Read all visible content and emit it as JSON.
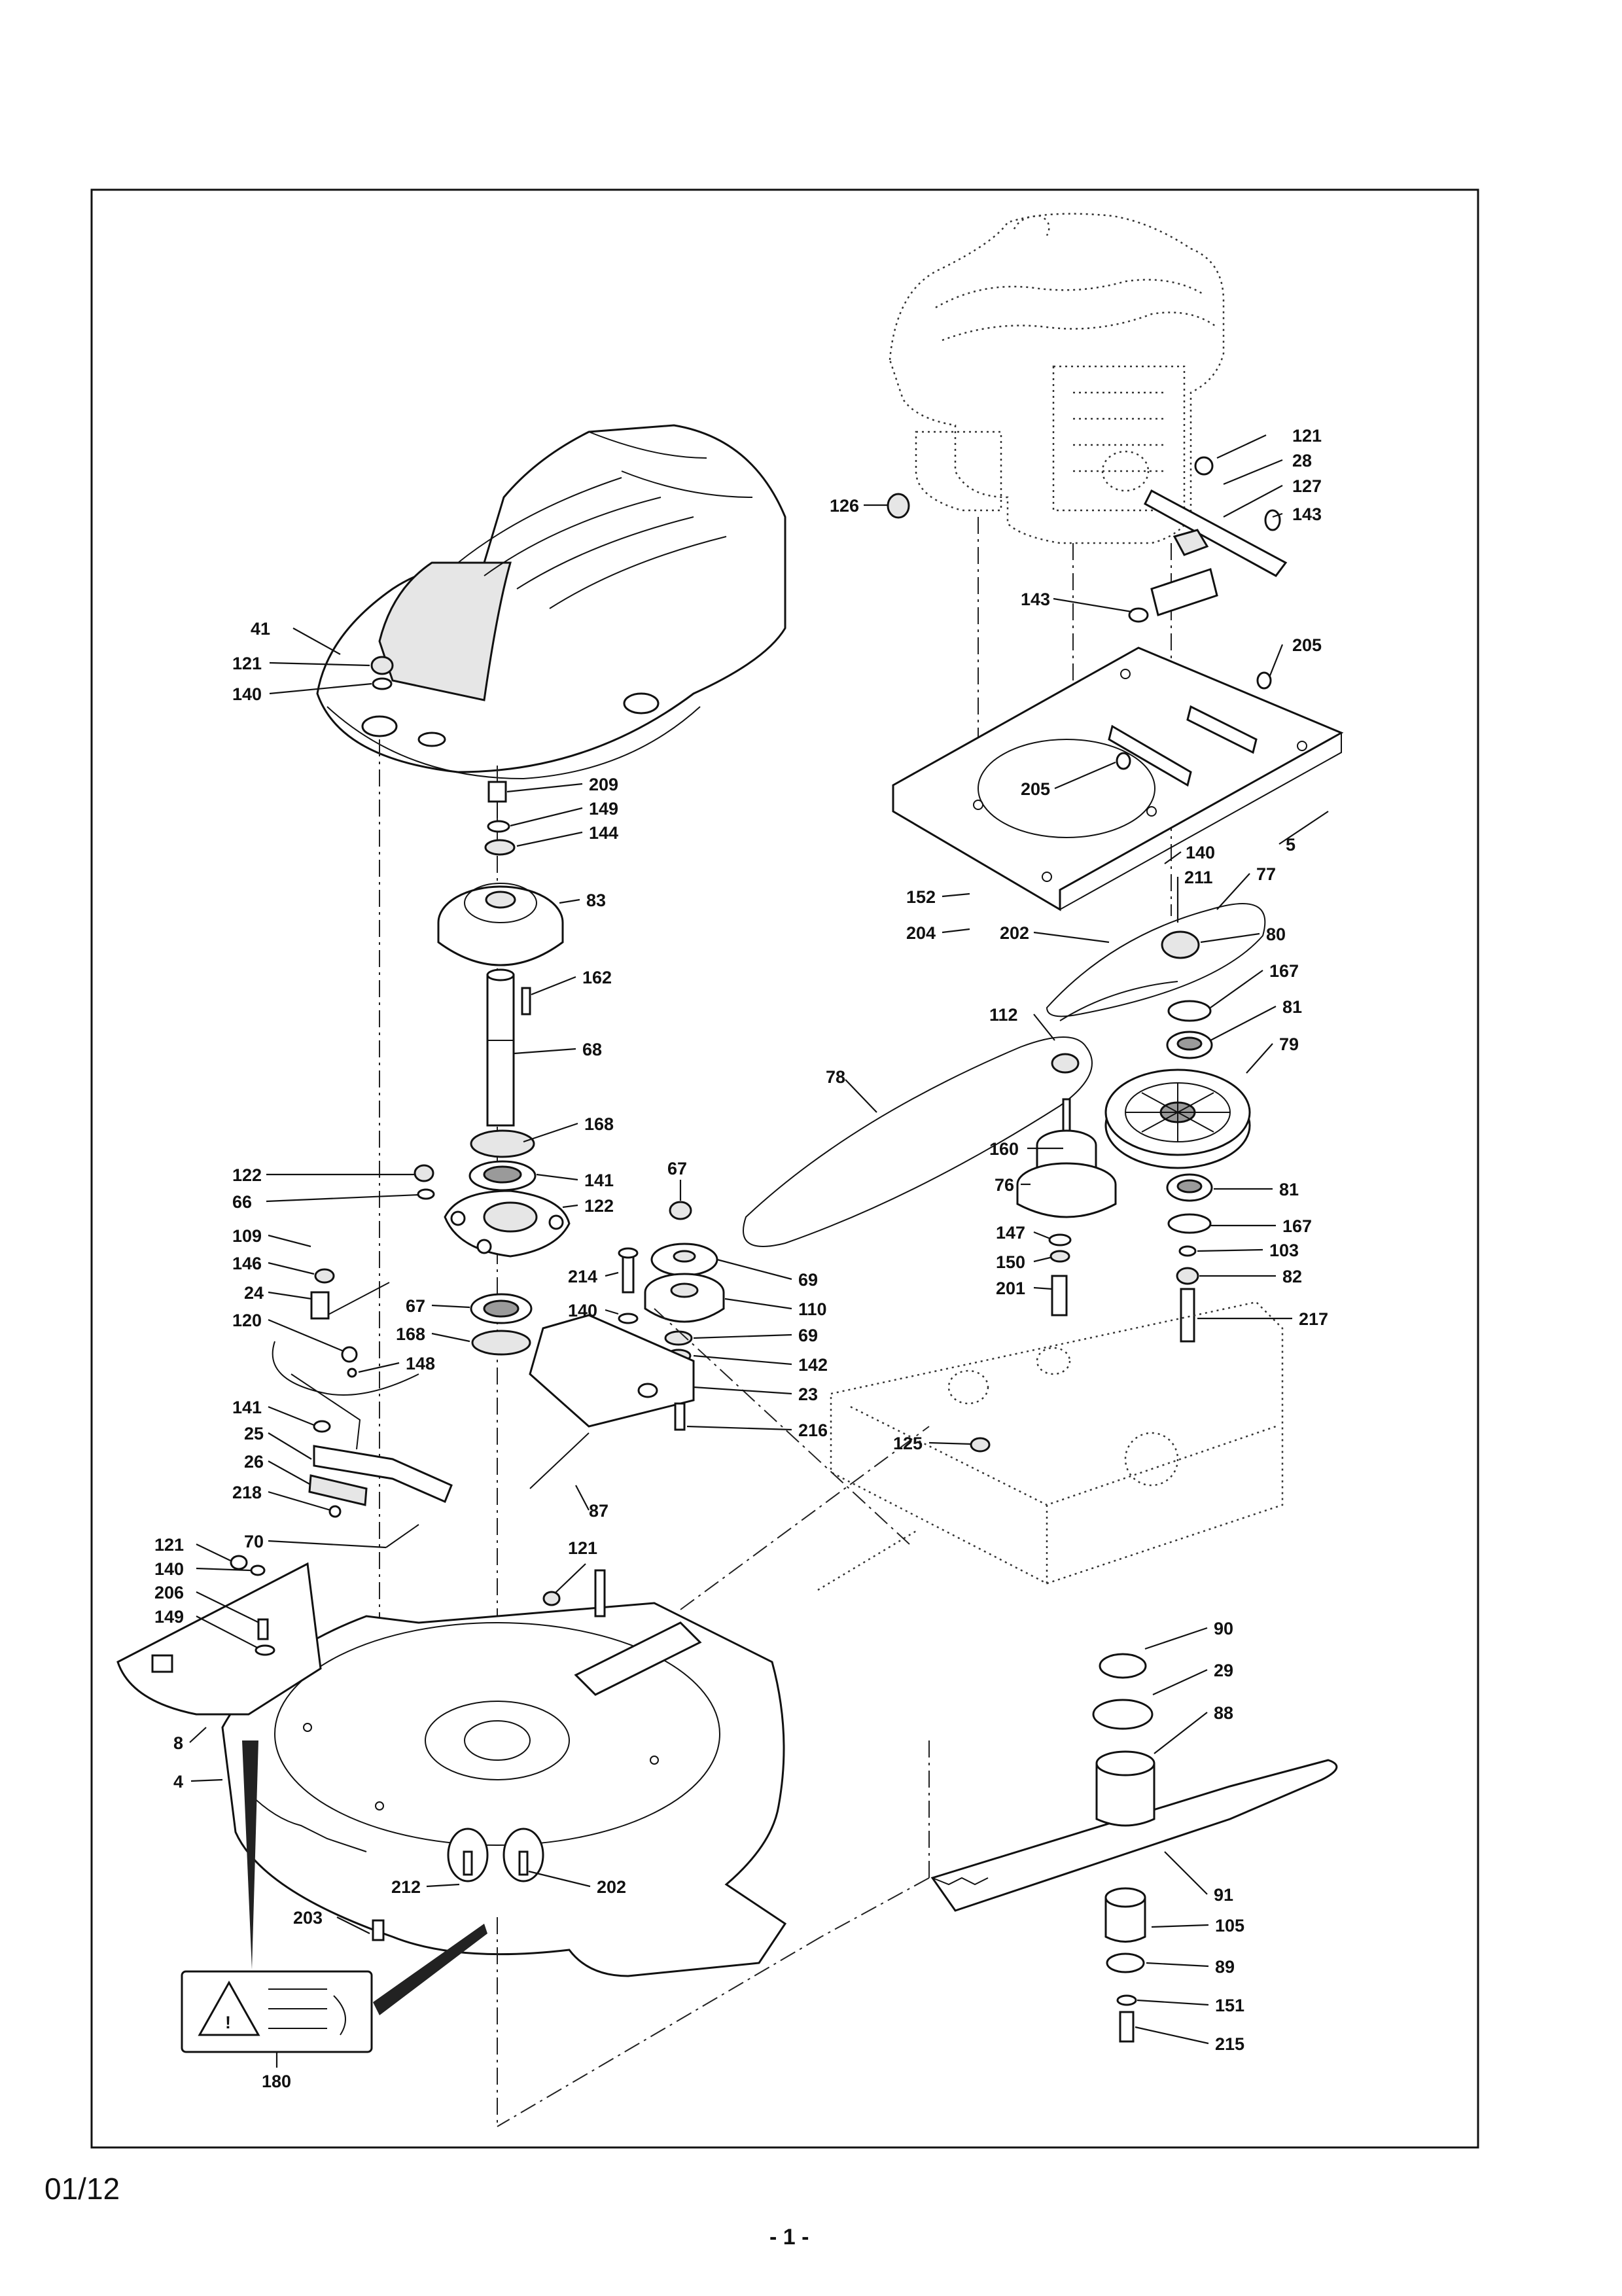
{
  "footer": {
    "date_code": "01/12",
    "page_number": "- 1 -"
  },
  "callouts": [
    "121",
    "28",
    "127",
    "143",
    "126",
    "143",
    "205",
    "205",
    "5",
    "41",
    "121",
    "140",
    "209",
    "149",
    "144",
    "83",
    "152",
    "204",
    "202",
    "140",
    "211",
    "77",
    "80",
    "167",
    "162",
    "112",
    "81",
    "79",
    "68",
    "78",
    "168",
    "160",
    "76",
    "81",
    "167",
    "122",
    "67",
    "141",
    "66",
    "122",
    "109",
    "146",
    "69",
    "147",
    "103",
    "24",
    "214",
    "110",
    "150",
    "82",
    "120",
    "140",
    "201",
    "67",
    "69",
    "217",
    "148",
    "168",
    "142",
    "23",
    "141",
    "216",
    "25",
    "125",
    "26",
    "218",
    "87",
    "70",
    "121",
    "121",
    "140",
    "206",
    "149",
    "90",
    "29",
    "88",
    "8",
    "4",
    "91",
    "212",
    "202",
    "203",
    "105",
    "89",
    "151",
    "215",
    "180"
  ],
  "warning_decal": {
    "icon": "warning-triangle-icon",
    "code": "180"
  },
  "parts": {
    "engine": "engine-icon",
    "hood": "hood-cover-icon",
    "engine_plate": "mounting-plate-icon",
    "deck": "mower-deck-icon",
    "blade": "blade-icon",
    "pulleys": "pulley-icon",
    "belts": "v-belt-icon"
  }
}
